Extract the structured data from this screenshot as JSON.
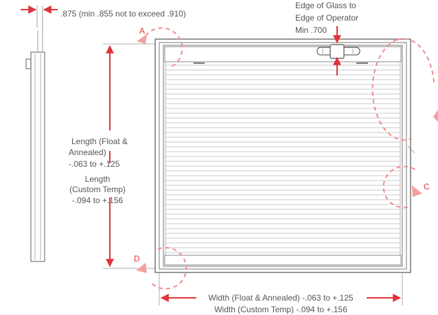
{
  "colors": {
    "dimension": "#e0343b",
    "callout": "#f08a8a",
    "frame": "#777777",
    "text": "#555555"
  },
  "labels": {
    "thickness": ".875 (min .855 not to exceed .910)",
    "edge_glass_line1": "Edge of Glass to",
    "edge_glass_line2": "Edge of Operator",
    "edge_glass_line3": "Min .700",
    "length_float_line1": "Length (Float &",
    "length_float_line2": "Annealed)",
    "length_float_line3": "-.063 to +.125",
    "length_temp_line1": "Length",
    "length_temp_line2": "(Custom Temp)",
    "length_temp_line3": "-.094 to +.156",
    "width_float": "Width (Float & Annealed) -.063 to +.125",
    "width_temp": "Width (Custom Temp) -.094 to +.156"
  },
  "callouts": {
    "a": "A",
    "c": "C",
    "d": "D"
  },
  "icons": {
    "operator": "operator-handle-icon",
    "arrow": "dimension-arrow-icon"
  }
}
